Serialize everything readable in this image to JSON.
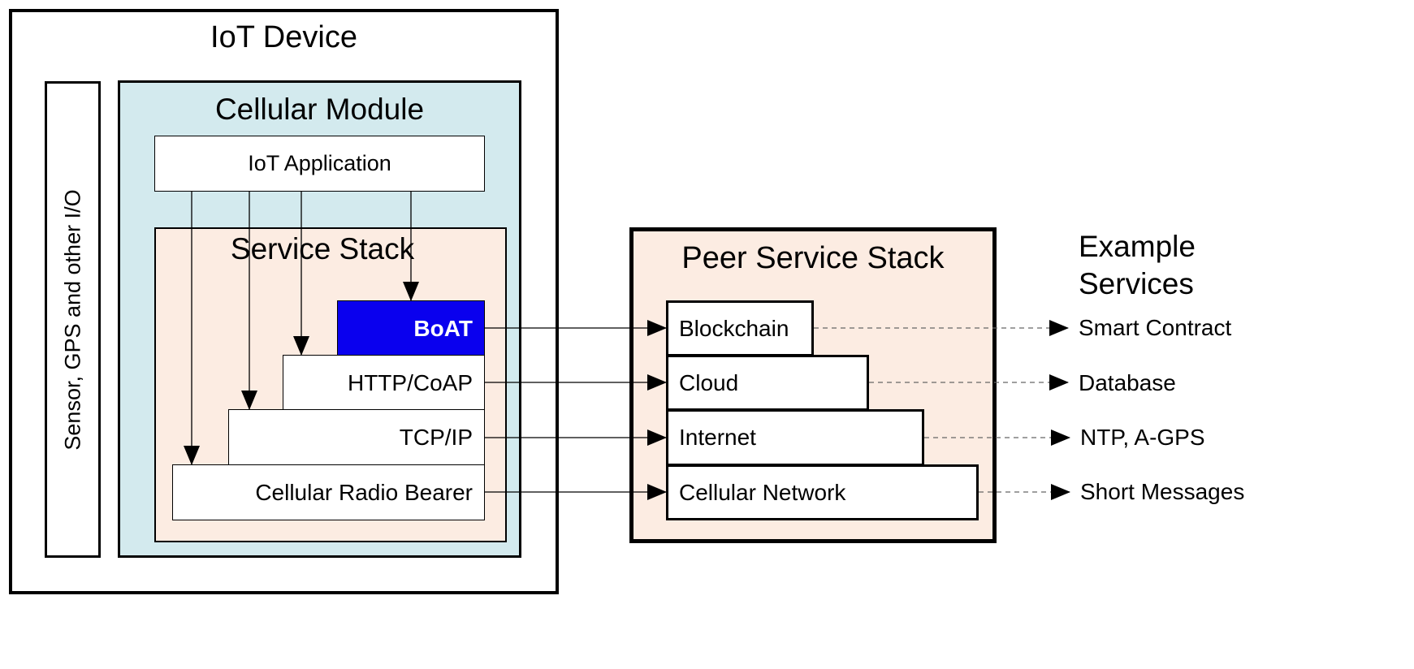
{
  "device": {
    "title": "IoT Device"
  },
  "sidebar": {
    "label": "Sensor, GPS and other I/O"
  },
  "module": {
    "title": "Cellular Module",
    "app": "IoT Application",
    "stack_title": "Service Stack",
    "layers": [
      "BoAT",
      "HTTP/CoAP",
      "TCP/IP",
      "Cellular Radio Bearer"
    ]
  },
  "peer": {
    "title": "Peer Service Stack",
    "layers": [
      "Blockchain",
      "Cloud",
      "Internet",
      "Cellular Network"
    ]
  },
  "examples": {
    "title": "Example Services",
    "items": [
      "Smart Contract",
      "Database",
      "NTP, A-GPS",
      "Short Messages"
    ]
  },
  "colors": {
    "module_bg": "#d3eaee",
    "stack_bg": "#fcece2",
    "boat_bg": "#0a00ee",
    "boat_text": "#ffffff",
    "dash": "#666666"
  }
}
